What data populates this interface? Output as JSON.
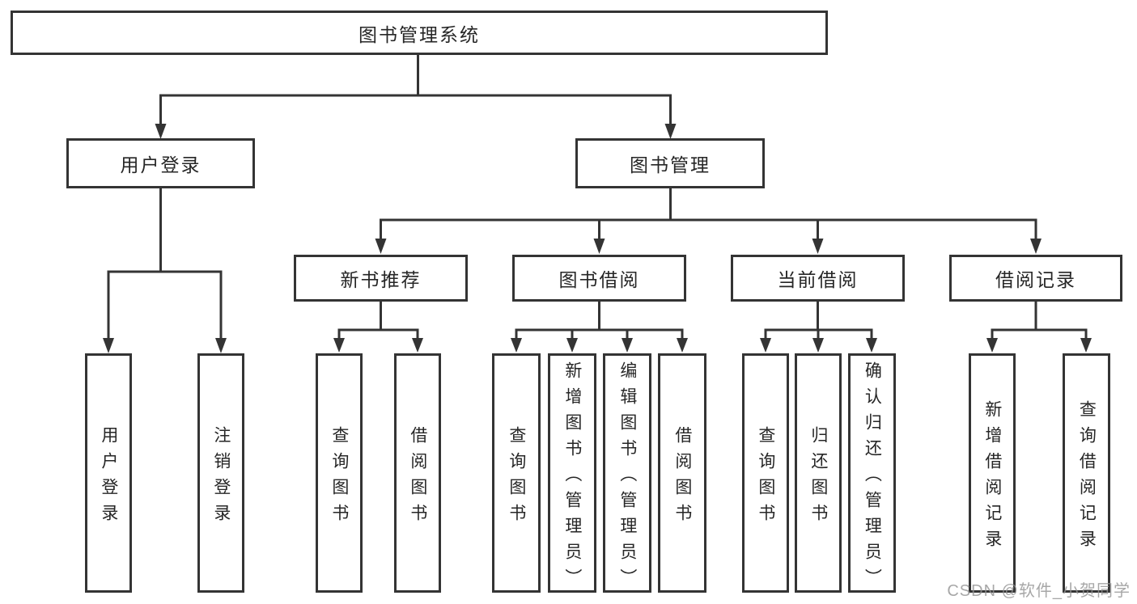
{
  "diagram": {
    "root": {
      "label": "图书管理系统"
    },
    "level2": [
      {
        "label": "用户登录",
        "children": [
          {
            "label": "用户登录"
          },
          {
            "label": "注销登录"
          }
        ]
      },
      {
        "label": "图书管理",
        "children": [
          {
            "label": "新书推荐",
            "children": [
              {
                "label": "查询图书"
              },
              {
                "label": "借阅图书"
              }
            ]
          },
          {
            "label": "图书借阅",
            "children": [
              {
                "label": "查询图书"
              },
              {
                "label": "新增图书（管理员）"
              },
              {
                "label": "编辑图书（管理员）"
              },
              {
                "label": "借阅图书"
              }
            ]
          },
          {
            "label": "当前借阅",
            "children": [
              {
                "label": "查询图书"
              },
              {
                "label": "归还图书"
              },
              {
                "label": "确认归还（管理员）"
              }
            ]
          },
          {
            "label": "借阅记录",
            "children": [
              {
                "label": "新增借阅记录"
              },
              {
                "label": "查询借阅记录"
              }
            ]
          }
        ]
      }
    ]
  },
  "watermark": {
    "text": "CSDN @软件_小贺同学"
  },
  "colors": {
    "line": "#343434",
    "box_border": "#343434",
    "text": "#262626",
    "watermark": "#949494",
    "background": "#ffffff"
  }
}
